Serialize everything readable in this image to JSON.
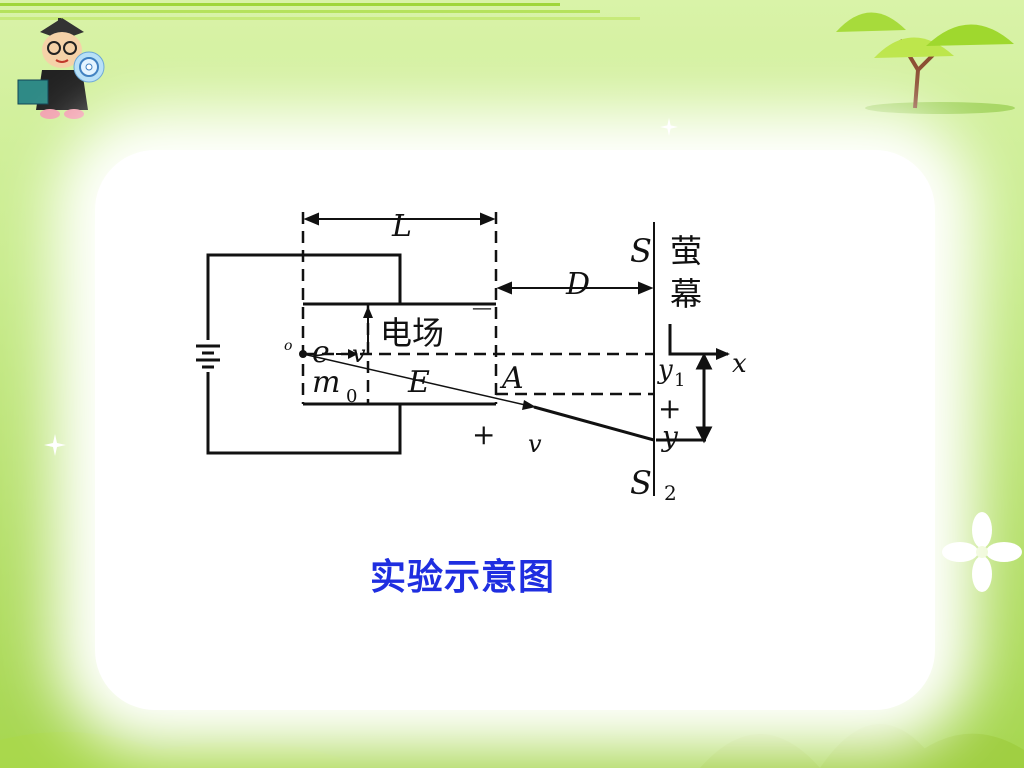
{
  "slide": {
    "caption": "实验示意图"
  },
  "diagram": {
    "label_L": "L",
    "label_D": "D",
    "label_S_top": "S",
    "label_S_bottom": "S",
    "label_S_bottom_sub": "2",
    "screen_line1": "萤",
    "screen_line2": "幕",
    "field_label": "电场",
    "label_E": "E",
    "label_A": "A",
    "label_o": "o",
    "label_e": "e",
    "label_v_in": "v",
    "label_m": "m",
    "label_m_sub": "0",
    "label_y1": "y",
    "label_y1_sub": "1",
    "label_y": "y",
    "label_x": "x",
    "label_v_out": "v",
    "sign_minus": "—",
    "sign_plus_plate": "+",
    "sign_plus_screen": "+"
  },
  "decor": {
    "icons": [
      "teacher-character-icon",
      "cd-disc-icon",
      "mushroom-tree-icon",
      "flower-icon",
      "sparkle-icon"
    ]
  }
}
